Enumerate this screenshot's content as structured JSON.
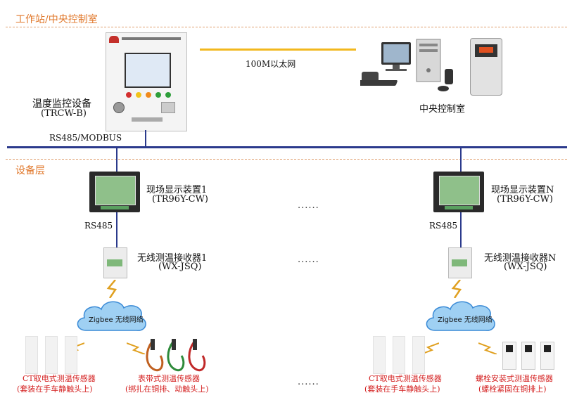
{
  "layers": {
    "workstation": "工作站/中央控制室",
    "device": "设备层"
  },
  "links": {
    "ethernet": "100M以太网",
    "rs485_modbus": "RS485/MODBUS",
    "rs485_left": "RS485",
    "rs485_right": "RS485"
  },
  "monitor": {
    "name": "温度监控设备",
    "model": "(TRCW-B)"
  },
  "control_room": "中央控制室",
  "left": {
    "display_name": "现场显示装置1",
    "display_model": "(TR96Y-CW)",
    "receiver_name": "无线测温接收器1",
    "receiver_model": "(WX-JSQ)",
    "network": "Zigbee 无线网络",
    "sensor1_title": "CT取电式测温传感器",
    "sensor1_note": "(套装在手车静触头上)",
    "sensor2_title": "表带式测温传感器",
    "sensor2_note": "(绑扎在铜排、动触头上)"
  },
  "right": {
    "display_name": "现场显示装置N",
    "display_model": "(TR96Y-CW)",
    "receiver_name": "无线测温接收器N",
    "receiver_model": "(WX-JSQ)",
    "network": "Zigbee 无线网络",
    "sensor1_title": "CT取电式测温传感器",
    "sensor1_note": "(套装在手车静触头上)",
    "sensor2_title": "螺栓安装式测温传感器",
    "sensor2_note": "(螺栓紧固在铜排上)"
  },
  "ellipsis": "......",
  "colors": {
    "layer_title": "#e0772a",
    "bus": "#2b3a8c",
    "ethernet": "#f2b81e",
    "sensor_label": "#d42020",
    "cloud": "#5aa9e6"
  }
}
